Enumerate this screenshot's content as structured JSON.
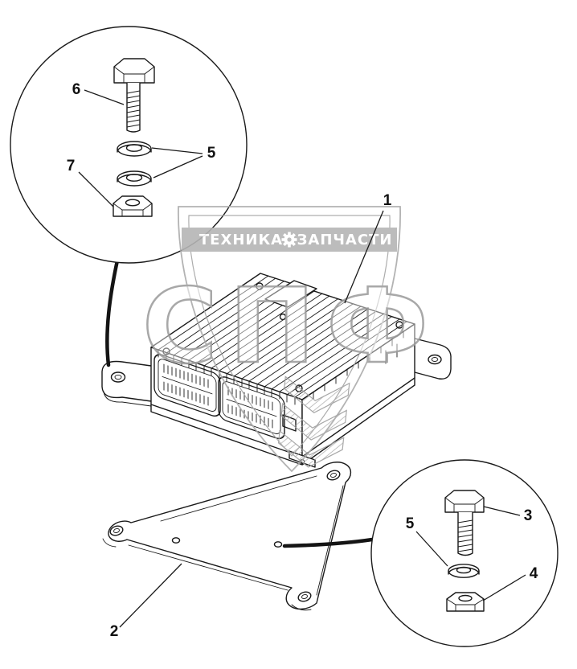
{
  "colors": {
    "background": "#ffffff",
    "ink": "#1a1a1a",
    "watermark_gray": "#ababab",
    "banner_gray": "#b5b5b5"
  },
  "labels": {
    "control_unit": "1",
    "bracket": "2",
    "bolt_lower": "3",
    "nut_lower": "4",
    "washer_upper": "5",
    "washer_lower": "5",
    "bolt_upper": "6",
    "nut_upper": "7"
  },
  "watermark": {
    "banner_left": "ТЕХНИКА",
    "banner_right": "ЗАПЧАСТИ",
    "big_letters": "СПФ"
  }
}
